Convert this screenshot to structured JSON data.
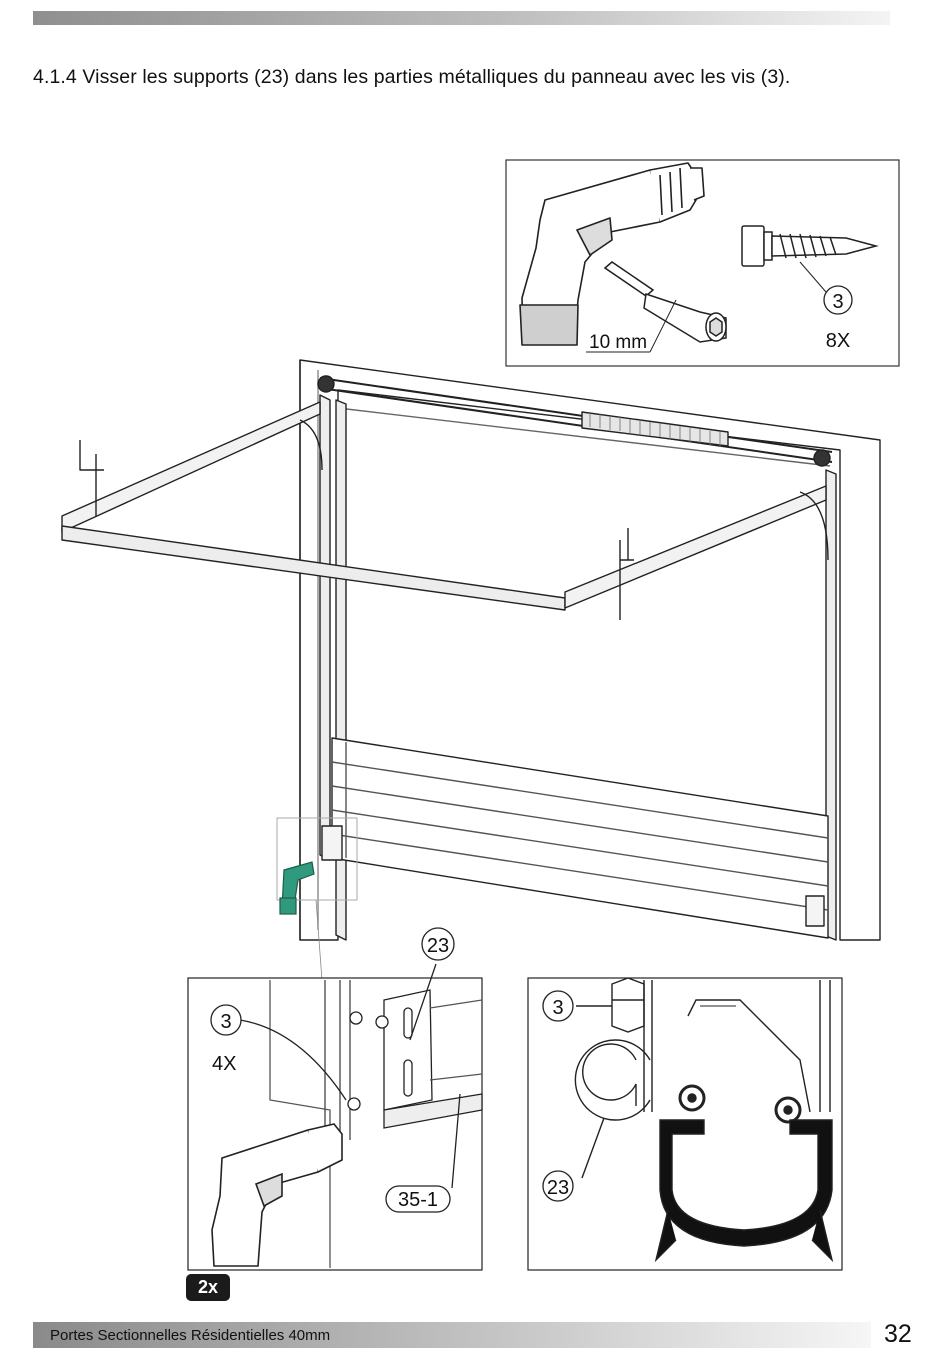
{
  "instruction": "4.1.4 Visser les supports (23) dans les parties métalliques du panneau avec les vis (3).",
  "tools": {
    "socket_size": "10 mm",
    "screw_ref": "3",
    "screw_qty": "8X"
  },
  "detail_left": {
    "screw_ref": "3",
    "screw_qty": "4X",
    "bracket_ref": "23",
    "panel_ref": "35-1"
  },
  "detail_right": {
    "screw_ref": "3",
    "bracket_ref": "23"
  },
  "repeat_badge": "2x",
  "footer": {
    "title": "Portes Sectionnelles Résidentielles 40mm",
    "page": "32"
  },
  "colors": {
    "drill_accent": "#2f9a7e",
    "frame_line": "#222222"
  }
}
